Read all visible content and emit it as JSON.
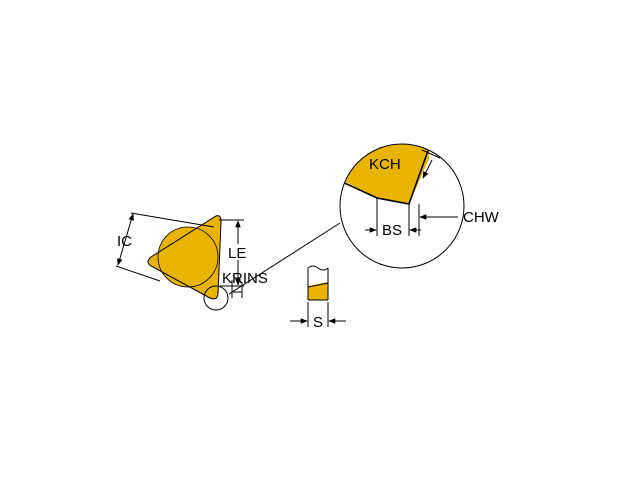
{
  "colors": {
    "insert_fill": "#E8B400",
    "line": "#000000",
    "background": "#ffffff"
  },
  "labels": {
    "ic": "IC",
    "le": "LE",
    "krins": "KRINS",
    "kch": "KCH",
    "bs": "BS",
    "chw": "CHW",
    "s": "S"
  }
}
